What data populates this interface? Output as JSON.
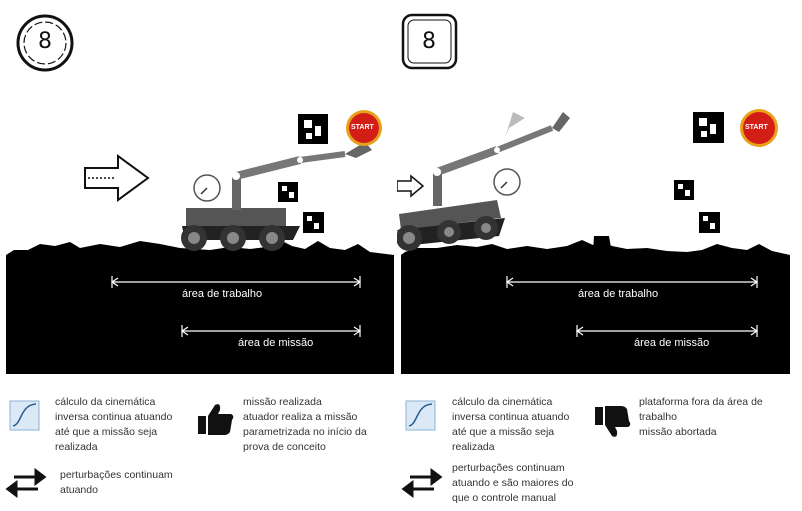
{
  "panels": [
    {
      "badge": "8",
      "start_label": "START",
      "areas": {
        "work": "área de trabalho",
        "mission": "área de missão"
      },
      "legend": {
        "kinematics": [
          "cálculo da cinemática",
          "inversa continua atuando",
          "até que a missão seja",
          "realizada"
        ],
        "outcome": [
          "missão realizada",
          "atuador realiza a missão",
          "parametrizada no início da",
          "prova de conceito"
        ],
        "perturbation": [
          "perturbações continuam",
          "atuando"
        ]
      },
      "icons": {
        "kinematics": "curve-graph-icon",
        "outcome": "thumbs-up-icon",
        "perturbation": "bidirectional-arrows-icon"
      }
    },
    {
      "badge": "8",
      "start_label": "START",
      "areas": {
        "work": "área de trabalho",
        "mission": "área de missão"
      },
      "legend": {
        "kinematics": [
          "cálculo da cinemática",
          "inversa continua atuando",
          "até que a missão seja",
          "realizada"
        ],
        "outcome": [
          "plataforma fora da área de",
          "trabalho",
          "missão abortada"
        ],
        "perturbation": [
          "perturbações continuam",
          "atuando e são maiores do",
          "que o controle manual"
        ]
      },
      "icons": {
        "kinematics": "curve-graph-icon",
        "outcome": "thumbs-down-icon",
        "perturbation": "bidirectional-arrows-icon"
      }
    }
  ],
  "colors": {
    "ground": "#000000",
    "start_button": "#d21e16",
    "start_ring": "#e7a21a",
    "robot_body": "#4a4a4a",
    "arm": "#7a7a7a"
  }
}
